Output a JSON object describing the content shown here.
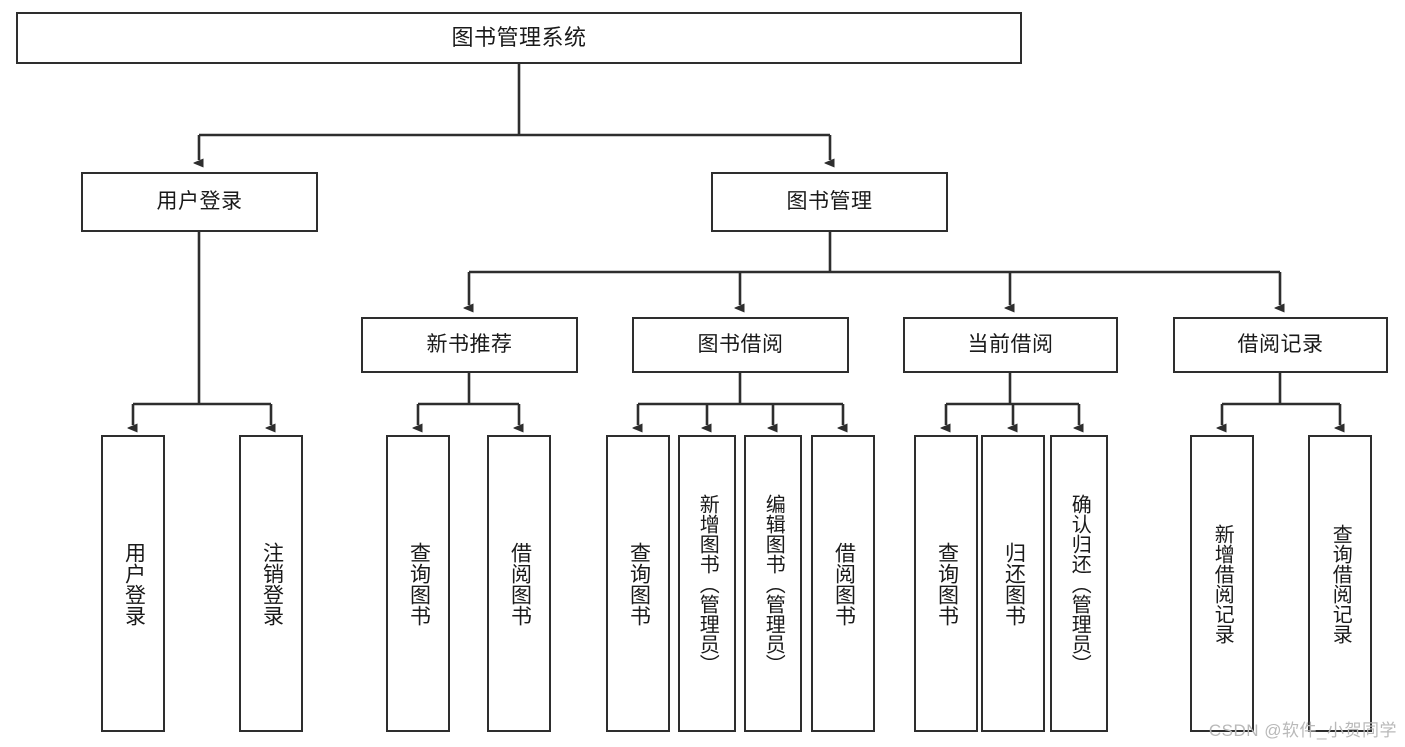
{
  "diagram": {
    "type": "tree",
    "title": "图书管理系统",
    "root": {
      "label": "图书管理系统"
    },
    "level2": [
      {
        "label": "用户登录"
      },
      {
        "label": "图书管理"
      }
    ],
    "level3": [
      {
        "label": "新书推荐"
      },
      {
        "label": "图书借阅"
      },
      {
        "label": "当前借阅"
      },
      {
        "label": "借阅记录"
      }
    ],
    "leaves": {
      "user_login": [
        {
          "label": "用户登录"
        },
        {
          "label": "注销登录"
        }
      ],
      "new_book_recommend": [
        {
          "label": "查询图书"
        },
        {
          "label": "借阅图书"
        }
      ],
      "book_borrow": [
        {
          "label": "查询图书"
        },
        {
          "label": "新增图书（管理员）"
        },
        {
          "label": "编辑图书（管理员）"
        },
        {
          "label": "借阅图书"
        }
      ],
      "current_borrow": [
        {
          "label": "查询图书"
        },
        {
          "label": "归还图书"
        },
        {
          "label": "确认归还（管理员）"
        }
      ],
      "borrow_record": [
        {
          "label": "新增借阅记录"
        },
        {
          "label": "查询借阅记录"
        }
      ]
    }
  },
  "watermark": {
    "text": "CSDN @软件_小贺同学"
  },
  "colors": {
    "border": "#2e2e2e",
    "background": "#ffffff",
    "text": "#1a1a1a",
    "watermark": "#b9b9b9"
  }
}
